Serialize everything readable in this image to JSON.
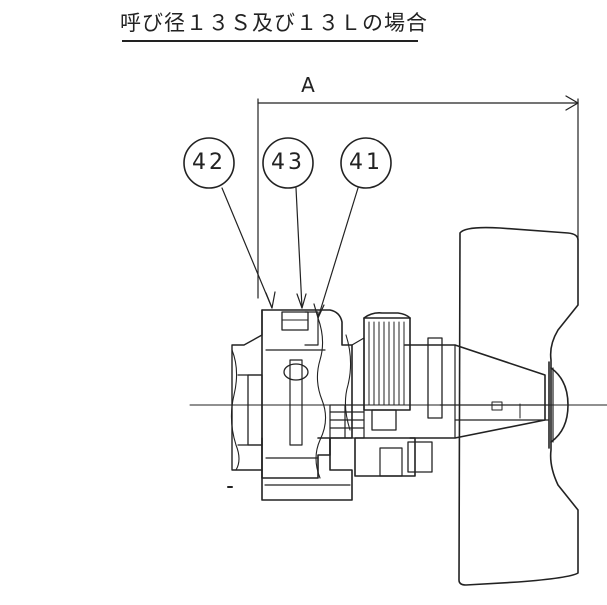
{
  "title": "呼び径１３Ｓ及び１３Ｌの場合",
  "dimension": {
    "label": "A"
  },
  "callouts": [
    {
      "id": "balloon-42",
      "label": "42"
    },
    {
      "id": "balloon-43",
      "label": "43"
    },
    {
      "id": "balloon-41",
      "label": "41"
    }
  ],
  "colors": {
    "line": "#222222",
    "background": "#ffffff"
  }
}
